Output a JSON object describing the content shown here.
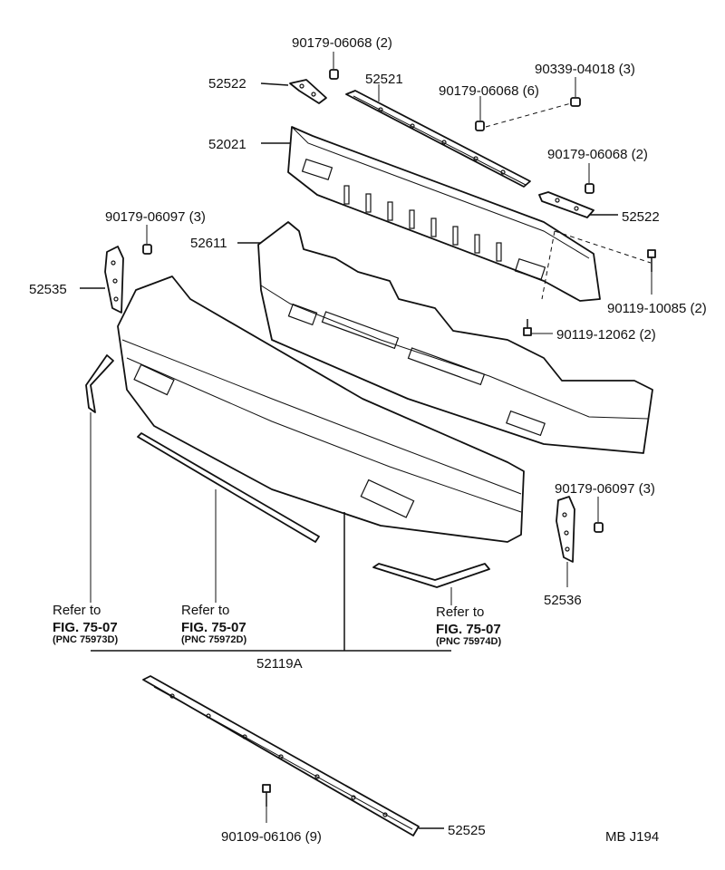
{
  "diagram": {
    "fastener_top_left": "90179-06068 (2)",
    "part_52522_upper": "52522",
    "part_52521": "52521",
    "fastener_90339": "90339-04018 (3)",
    "fastener_90179_6": "90179-06068 (6)",
    "part_52021": "52021",
    "fastener_right_2": "90179-06068 (2)",
    "part_52522_lower": "52522",
    "fastener_90179_06097_left": "90179-06097 (3)",
    "part_52611": "52611",
    "fastener_90119_10085": "90119-10085 (2)",
    "part_52535": "52535",
    "fastener_90119_12062": "90119-12062 (2)",
    "fastener_90179_06097_right": "90179-06097 (3)",
    "part_52536": "52536",
    "ref_left": {
      "line1": "Refer to",
      "line2": "FIG. 75-07",
      "line3": "(PNC 75973D)"
    },
    "ref_mid": {
      "line1": "Refer to",
      "line2": "FIG. 75-07",
      "line3": "(PNC 75972D)"
    },
    "ref_right": {
      "line1": "Refer to",
      "line2": "FIG. 75-07",
      "line3": "(PNC 75974D)"
    },
    "part_52119A": "52119A",
    "fastener_90109": "90109-06106 (9)",
    "part_52525": "52525",
    "drawing_code": "MB  J194"
  }
}
